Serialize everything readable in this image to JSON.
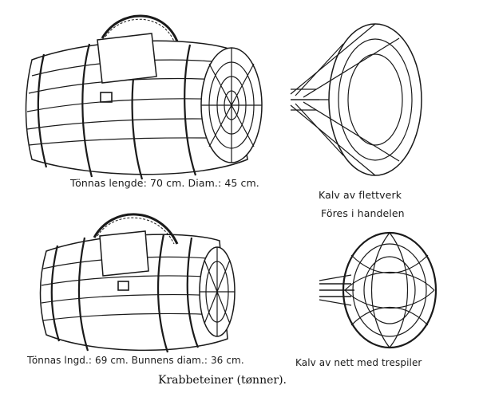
{
  "labels": {
    "barrel_large": "Tönnas lengde: 70 cm. Diam.: 45 cm.",
    "funnel_woven_line1": "Kalv av flettverk",
    "funnel_woven_line2": "Föres i handelen",
    "barrel_small": "Tönnas lngd.: 69 cm. Bunnens diam.: 36 cm.",
    "funnel_net": "Kalv av nett med trespiler"
  },
  "caption": "Krabbeteiner (tønner)."
}
